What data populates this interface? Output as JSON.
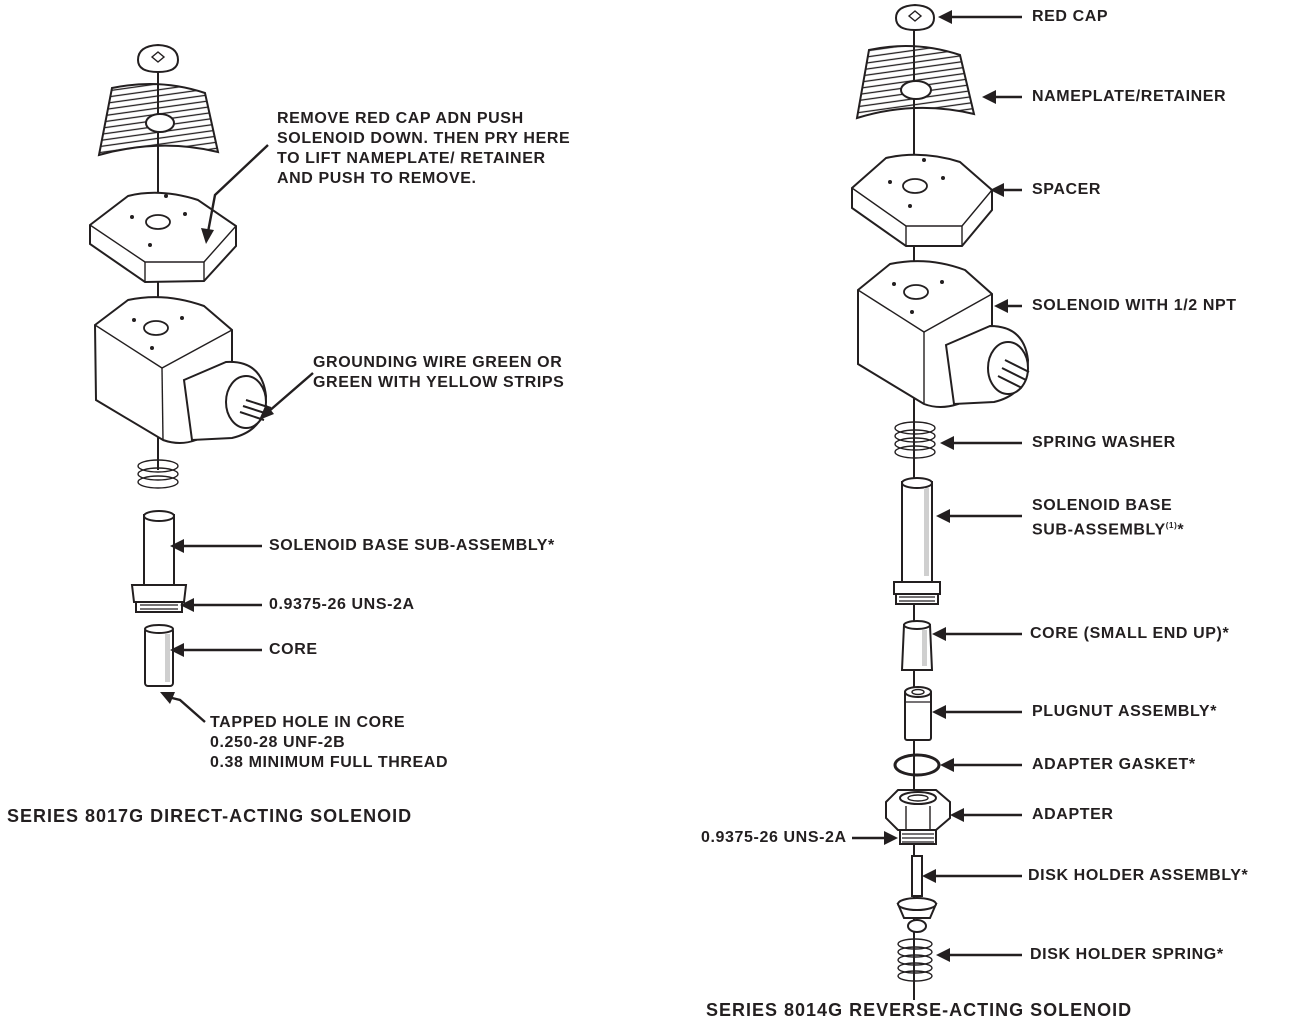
{
  "left": {
    "caption": "SERIES 8017G DIRECT-ACTING SOLENOID",
    "note_remove": [
      "REMOVE RED CAP ADN PUSH",
      "SOLENOID DOWN. THEN PRY HERE",
      "TO LIFT NAMEPLATE/ RETAINER",
      "AND PUSH TO REMOVE."
    ],
    "note_ground": [
      "GROUNDING WIRE GREEN OR",
      "GREEN WITH YELLOW STRIPS"
    ],
    "base": "SOLENOID BASE SUB-ASSEMBLY*",
    "thread": "0.9375-26 UNS-2A",
    "core": "CORE",
    "tapped": [
      "TAPPED HOLE IN CORE",
      "0.250-28 UNF-2B",
      "0.38 MINIMUM FULL THREAD"
    ]
  },
  "right": {
    "caption": "SERIES 8014G REVERSE-ACTING SOLENOID",
    "red_cap": "RED CAP",
    "nameplate": "NAMEPLATE/RETAINER",
    "spacer": "SPACER",
    "solenoid": "SOLENOID WITH 1/2 NPT",
    "spring_washer": "SPRING WASHER",
    "base_line1": "SOLENOID BASE",
    "base_line2": "SUB-ASSEMBLY",
    "base_sup": "(1)",
    "base_star": "*",
    "core": "CORE (SMALL END UP)*",
    "plugnut": "PLUGNUT ASSEMBLY*",
    "gasket": "ADAPTER GASKET*",
    "adapter": "ADAPTER",
    "thread": "0.9375-26 UNS-2A",
    "disk_holder": "DISK HOLDER ASSEMBLY*",
    "disk_spring": "DISK HOLDER SPRING*"
  }
}
